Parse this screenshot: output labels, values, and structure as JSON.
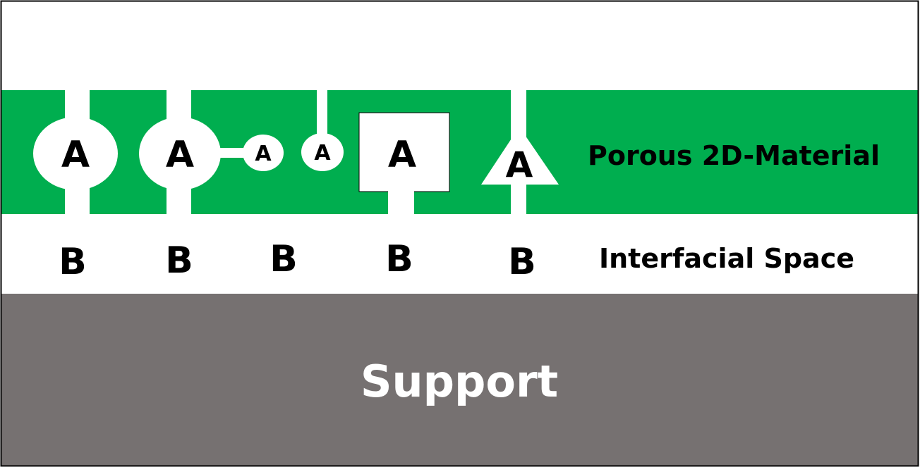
{
  "colors": {
    "material": "#00AE4F",
    "support": "#767171",
    "cavity": "#FFFFFF",
    "text": "#000000",
    "support_text": "#FFFFFF",
    "frame": "#000000"
  },
  "layers": {
    "material_label": "Porous 2D-Material",
    "interface_label": "Interfacial Space",
    "support_label": "Support"
  },
  "pores": [
    {
      "shape": "ellipse",
      "label_a": "A",
      "label_b": "B",
      "channel_top": true,
      "channel_bottom": true
    },
    {
      "shape": "ellipse",
      "label_a": "A",
      "label_b": "B",
      "channel_top": true,
      "channel_bottom": true
    },
    {
      "shape": "ellipse",
      "label_a": "A",
      "label_b": "B",
      "channel_top": false,
      "channel_bottom": false
    },
    {
      "shape": "ellipse",
      "label_a": "A",
      "channel_top": true,
      "channel_bottom": false
    },
    {
      "shape": "square",
      "label_a": "A",
      "label_b": "B",
      "channel_top": false,
      "channel_bottom": true
    },
    {
      "shape": "triangle",
      "label_a": "A",
      "label_b": "B",
      "channel_top": true,
      "channel_bottom": true
    }
  ]
}
